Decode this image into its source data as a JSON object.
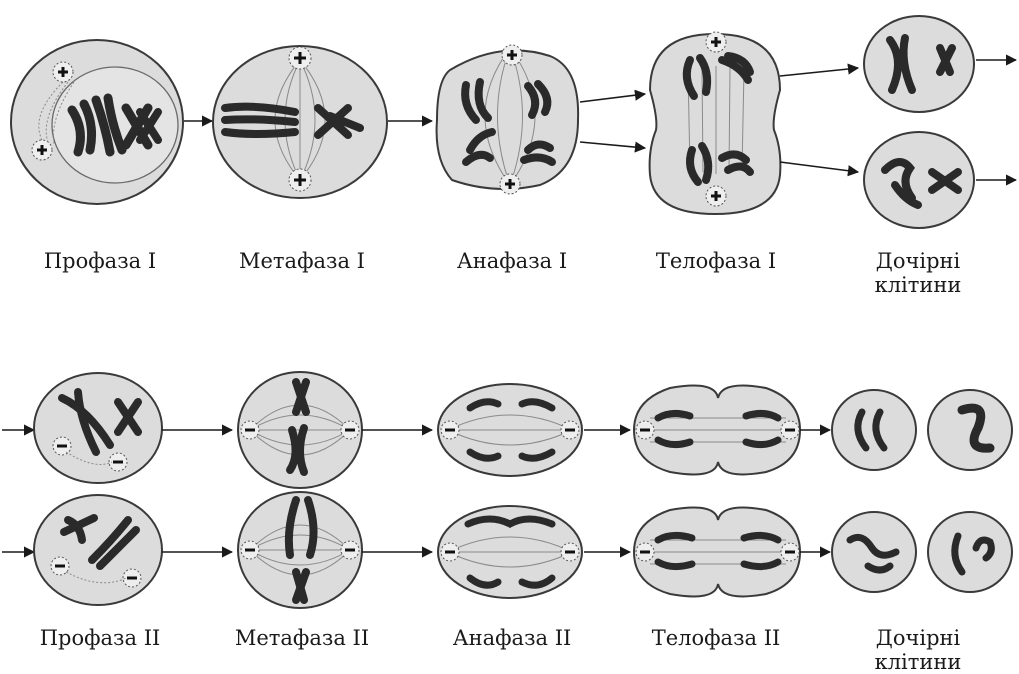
{
  "meiosis_1": {
    "stages": [
      {
        "label": "Профаза I"
      },
      {
        "label": "Метафаза I"
      },
      {
        "label": "Анафаза I"
      },
      {
        "label": "Телофаза I"
      },
      {
        "label": "Дочірні клітини"
      }
    ]
  },
  "meiosis_2": {
    "stages": [
      {
        "label": "Профаза II"
      },
      {
        "label": "Метафаза II"
      },
      {
        "label": "Анафаза II"
      },
      {
        "label": "Телофаза II"
      },
      {
        "label": "Дочірні клітини"
      }
    ]
  },
  "colors": {
    "cell_fill": "#dcdcdc",
    "cell_stroke": "#3a3a3a",
    "chromosome": "#2a2a2a",
    "spindle": "#8a8a8a"
  }
}
